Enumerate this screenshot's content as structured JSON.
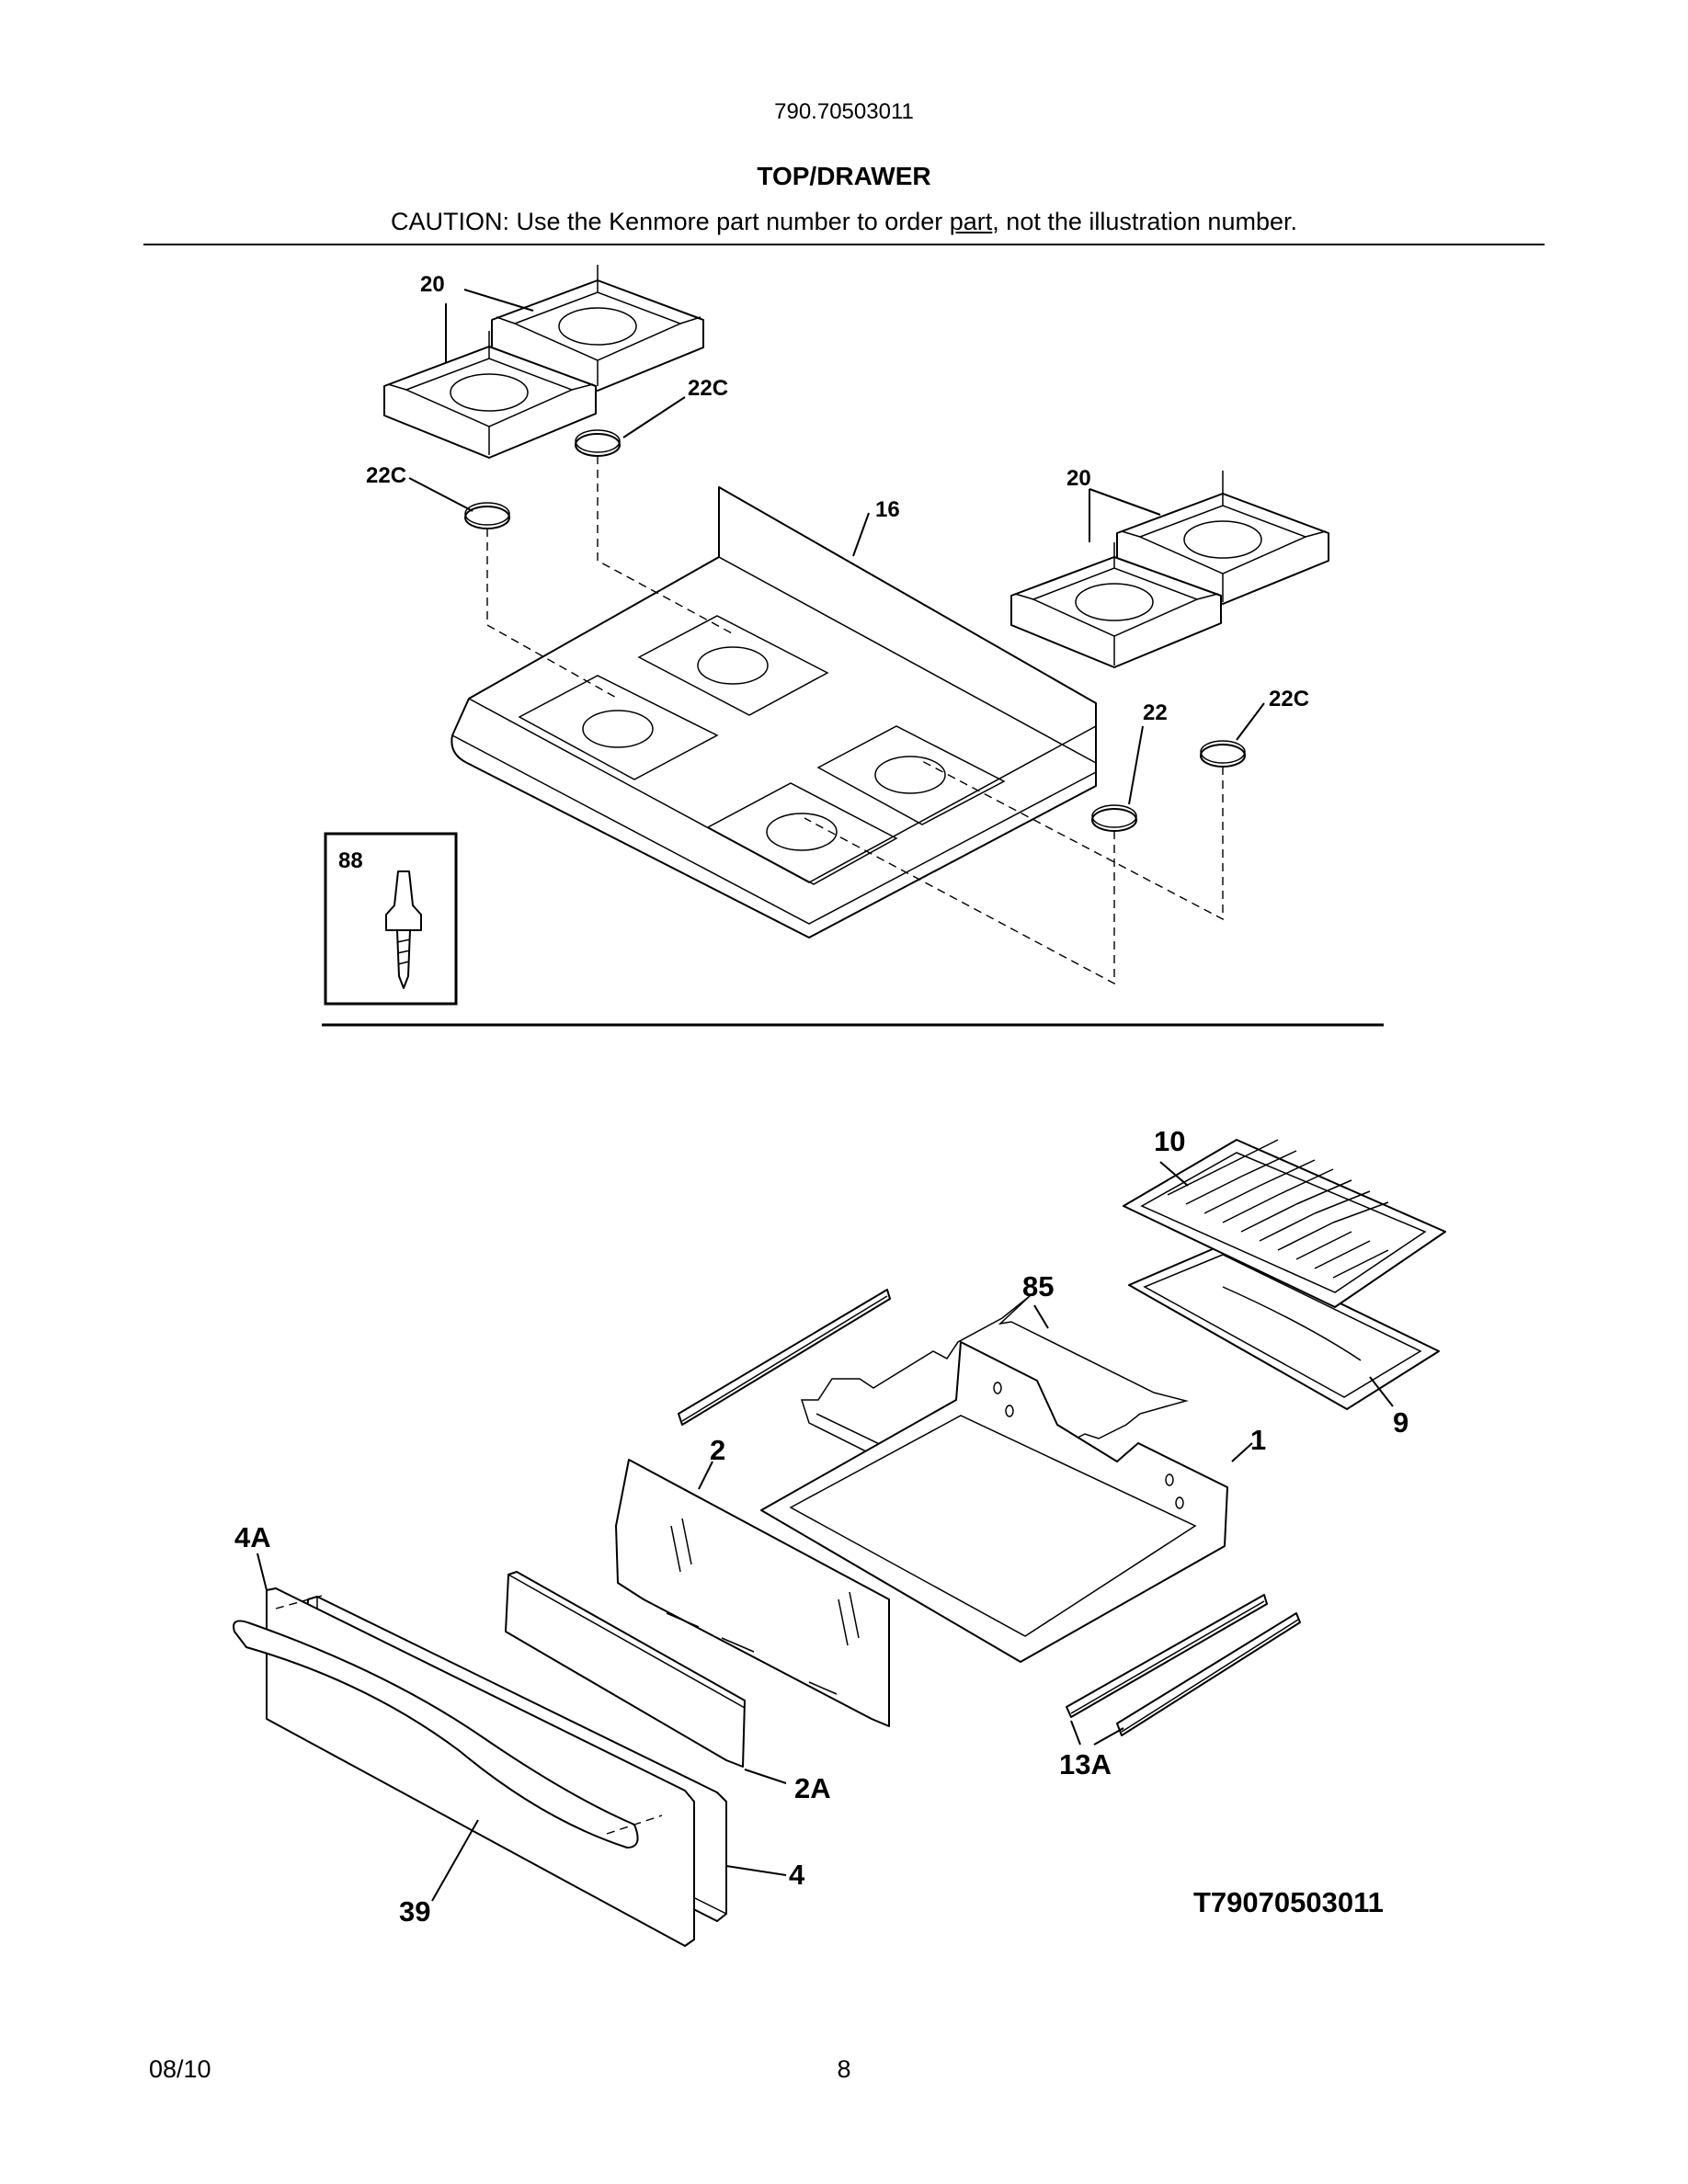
{
  "header": {
    "model_number": "790.70503011",
    "title": "TOP/DRAWER",
    "caution_prefix": "CAUTION: Use the Kenmore part number to order ",
    "caution_link": "part",
    "caution_suffix": ", not the illustration number."
  },
  "top_diagram": {
    "callouts": {
      "grate_left": "20",
      "cap_left_rear": "22C",
      "cap_left_front": "22C",
      "cooktop": "16",
      "grate_right": "20",
      "cap_right_front": "22",
      "cap_right_rear": "22C",
      "inset_stud": "88"
    }
  },
  "drawer_diagram": {
    "callouts": {
      "broiler_grid": "10",
      "broiler_pan": "9",
      "rack_frame": "85",
      "drawer_body": "1",
      "drawer_back": "2",
      "drawer_front_inner": "4A",
      "liner": "2A",
      "drawer_front": "4",
      "handle": "39",
      "slides": "13A"
    },
    "diagram_id": "T79070503011"
  },
  "footer": {
    "date": "08/10",
    "page": "8"
  }
}
